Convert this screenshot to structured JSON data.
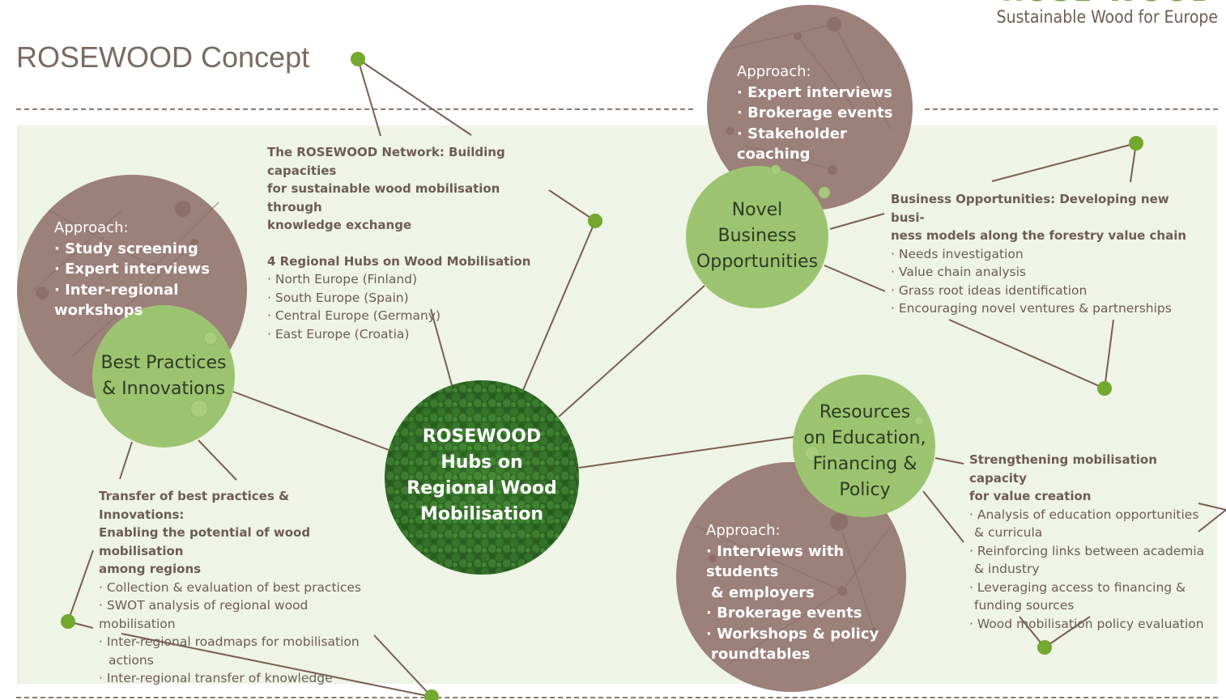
{
  "brand": {
    "name": "ROSE WOOD",
    "tagline": "Sustainable Wood for Europe"
  },
  "page_title": "ROSEWOOD Concept",
  "center": {
    "lines": [
      "ROSEWOOD",
      "Hubs on",
      "Regional Wood",
      "Mobilisation"
    ]
  },
  "network": {
    "heading": [
      "The ROSEWOOD Network: Building capacities",
      "for sustainable wood mobilisation through",
      "knowledge exchange"
    ],
    "hubs_heading": "4 Regional Hubs on Wood Mobilisation",
    "hubs": [
      "· North Europe (Finland)",
      "· South Europe (Spain)",
      "· Central Europe (Germany)",
      "· East Europe (Croatia)"
    ]
  },
  "best_practices": {
    "label": [
      "Best Practices",
      "& Innovations"
    ],
    "approach_title": "Approach:",
    "approach": [
      "· Study screening",
      "· Expert interviews",
      "· Inter-regional workshops"
    ],
    "heading": [
      "Transfer of best practices & Innovations:",
      "Enabling the potential of wood mobilisation",
      "among regions"
    ],
    "items": [
      "· Collection & evaluation of best practices",
      "· SWOT analysis of regional wood mobilisation",
      "· Inter-regional roadmaps for mobilisation",
      "  actions",
      "· Inter-regional transfer of knowledge"
    ]
  },
  "novel_business": {
    "label": [
      "Novel",
      "Business",
      "Opportunities"
    ],
    "approach_title": "Approach:",
    "approach": [
      "· Expert interviews",
      "· Brokerage events",
      "· Stakeholder coaching"
    ],
    "heading": [
      "Business Opportunities: Developing new busi-",
      "ness models along the forestry value chain"
    ],
    "items": [
      "· Needs investigation",
      "· Value chain analysis",
      "· Grass root ideas identification",
      "· Encouraging novel ventures & partnerships"
    ]
  },
  "resources": {
    "label": [
      "Resources",
      "on Education,",
      "Financing &",
      "Policy"
    ],
    "approach_title": "Approach:",
    "approach": [
      "· Interviews with students",
      "  & employers",
      "· Brokerage events",
      "· Workshops &  policy",
      "  roundtables"
    ],
    "heading": [
      "Strengthening mobilisation capacity",
      "for value creation"
    ],
    "items": [
      "· Analysis of education opportunities",
      "  & curricula",
      "· Reinforcing links between academia",
      "  & industry",
      "· Leveraging access to financing &",
      "  funding sources",
      "· Wood mobilisation policy evaluation"
    ]
  },
  "colors": {
    "brown": "#9c807a",
    "green": "#9cc470",
    "dot": "#74a82e",
    "line": "#7b5e52",
    "panel": "#eef4e6",
    "forest": "#2f6a24"
  }
}
